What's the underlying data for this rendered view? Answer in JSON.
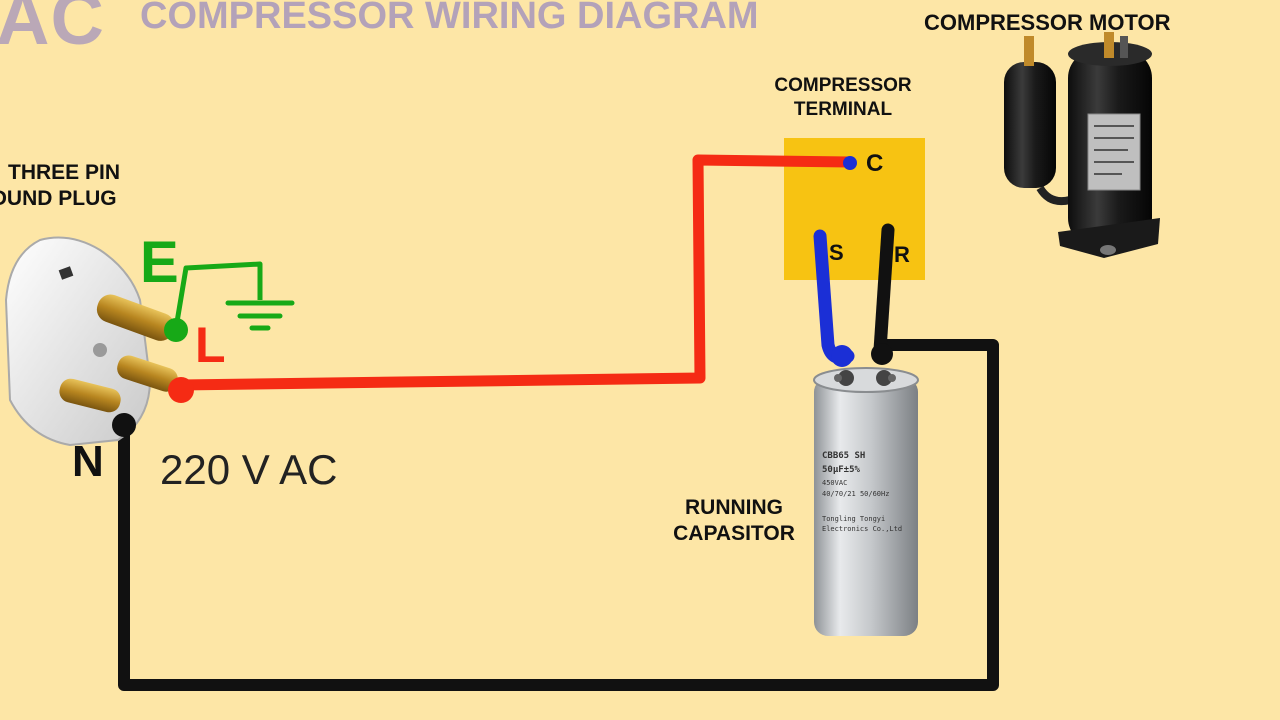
{
  "title": {
    "prefix": "AC",
    "main": "COMPRESSOR WIRING DIAGRAM"
  },
  "labels": {
    "compressor_motor": "COMPRESSOR MOTOR",
    "compressor_terminal_line1": "COMPRESSOR",
    "compressor_terminal_line2": "TERMINAL",
    "plug_line1": "THREE PIN",
    "plug_line2": "ROUND PLUG",
    "capacitor_line1": "RUNNING",
    "capacitor_line2": "CAPASITOR",
    "voltage": "220 V AC"
  },
  "plug_pins": {
    "earth": "E",
    "live": "L",
    "neutral": "N"
  },
  "terminals": {
    "common": "C",
    "start": "S",
    "run": "R"
  },
  "capacitor_markings": {
    "model": "CBB65 SH",
    "capacitance": "50μF±5%",
    "voltage": "450VAC",
    "date": "40/70/21",
    "frequency": "50/60Hz",
    "maker_line1": "Tongling Tongyi",
    "maker_line2": "Electronics Co.,Ltd"
  },
  "wire_colors": {
    "live": "#f52b14",
    "earth": "#17a917",
    "neutral": "#111111",
    "start": "#1b2fd6",
    "run": "#111111",
    "terminal_box": "#f7c312",
    "background": "#fde6a6"
  },
  "icons": {
    "plug": "three-pin-round-plug",
    "ground": "ground-symbol-icon",
    "capacitor": "run-capacitor",
    "motor": "rotary-compressor-motor"
  }
}
